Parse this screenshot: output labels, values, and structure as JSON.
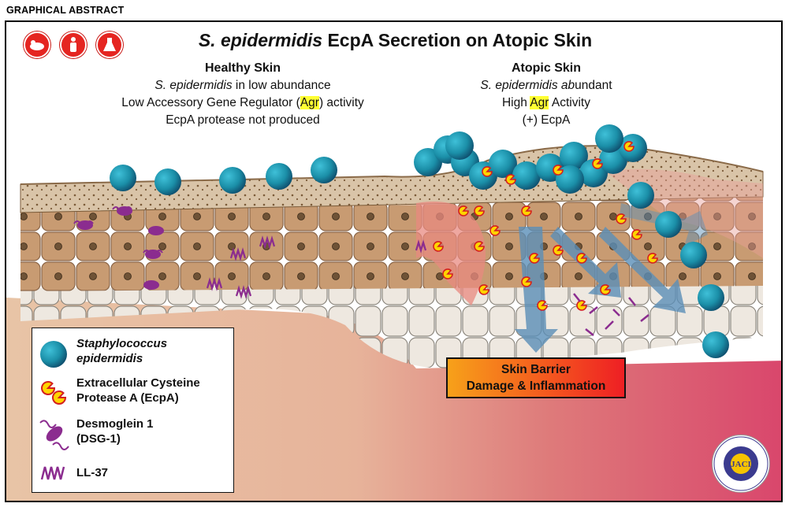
{
  "header_label": "GRAPHICAL ABSTRACT",
  "title": {
    "italic": "S. epidermidis",
    "rest": " EcpA Secretion on Atopic Skin"
  },
  "healthy": {
    "heading": "Healthy Skin",
    "line1_italic": "S. epidermidis",
    "line1_rest": " in low abundance",
    "line2_pre": "Low Accessory Gene Regulator (",
    "line2_highlight": "Agr",
    "line2_post": ") activity",
    "line3": "EcpA protease not produced"
  },
  "atopic": {
    "heading": "Atopic Skin",
    "line1_pre": "S. epidermidis ",
    "line1_italic": "ab",
    "line1_rest": "undant",
    "line2_pre": "High ",
    "line2_highlight": "Agr",
    "line2_post": " Activity",
    "line3": "(+) EcpA"
  },
  "damage_box": {
    "line1": "Skin Barrier",
    "line2": "Damage & Inflammation"
  },
  "legend": {
    "items": [
      {
        "line1": "Staphylococcus",
        "line2": "epidermidis",
        "italic": true
      },
      {
        "line1": "Extracellular Cysteine",
        "line2": "Protease A (EcpA)",
        "italic": false
      },
      {
        "line1": "Desmoglein 1",
        "line2": "(DSG-1)",
        "italic": false
      },
      {
        "line1": "LL-37",
        "line2": "",
        "italic": false
      }
    ]
  },
  "icons": [
    "mouse-icon",
    "human-icon",
    "flask-icon"
  ],
  "journal_logo_text": "JACI",
  "colors": {
    "bacteria": "#1b8fa8",
    "ecpa": "#ffd400",
    "dsg1": "#8b2c8f",
    "ll37": "#8b2c8f",
    "damage_red": "#ee1f24",
    "damage_orange": "#f7a11a",
    "arrow": "#5b8fb8"
  }
}
